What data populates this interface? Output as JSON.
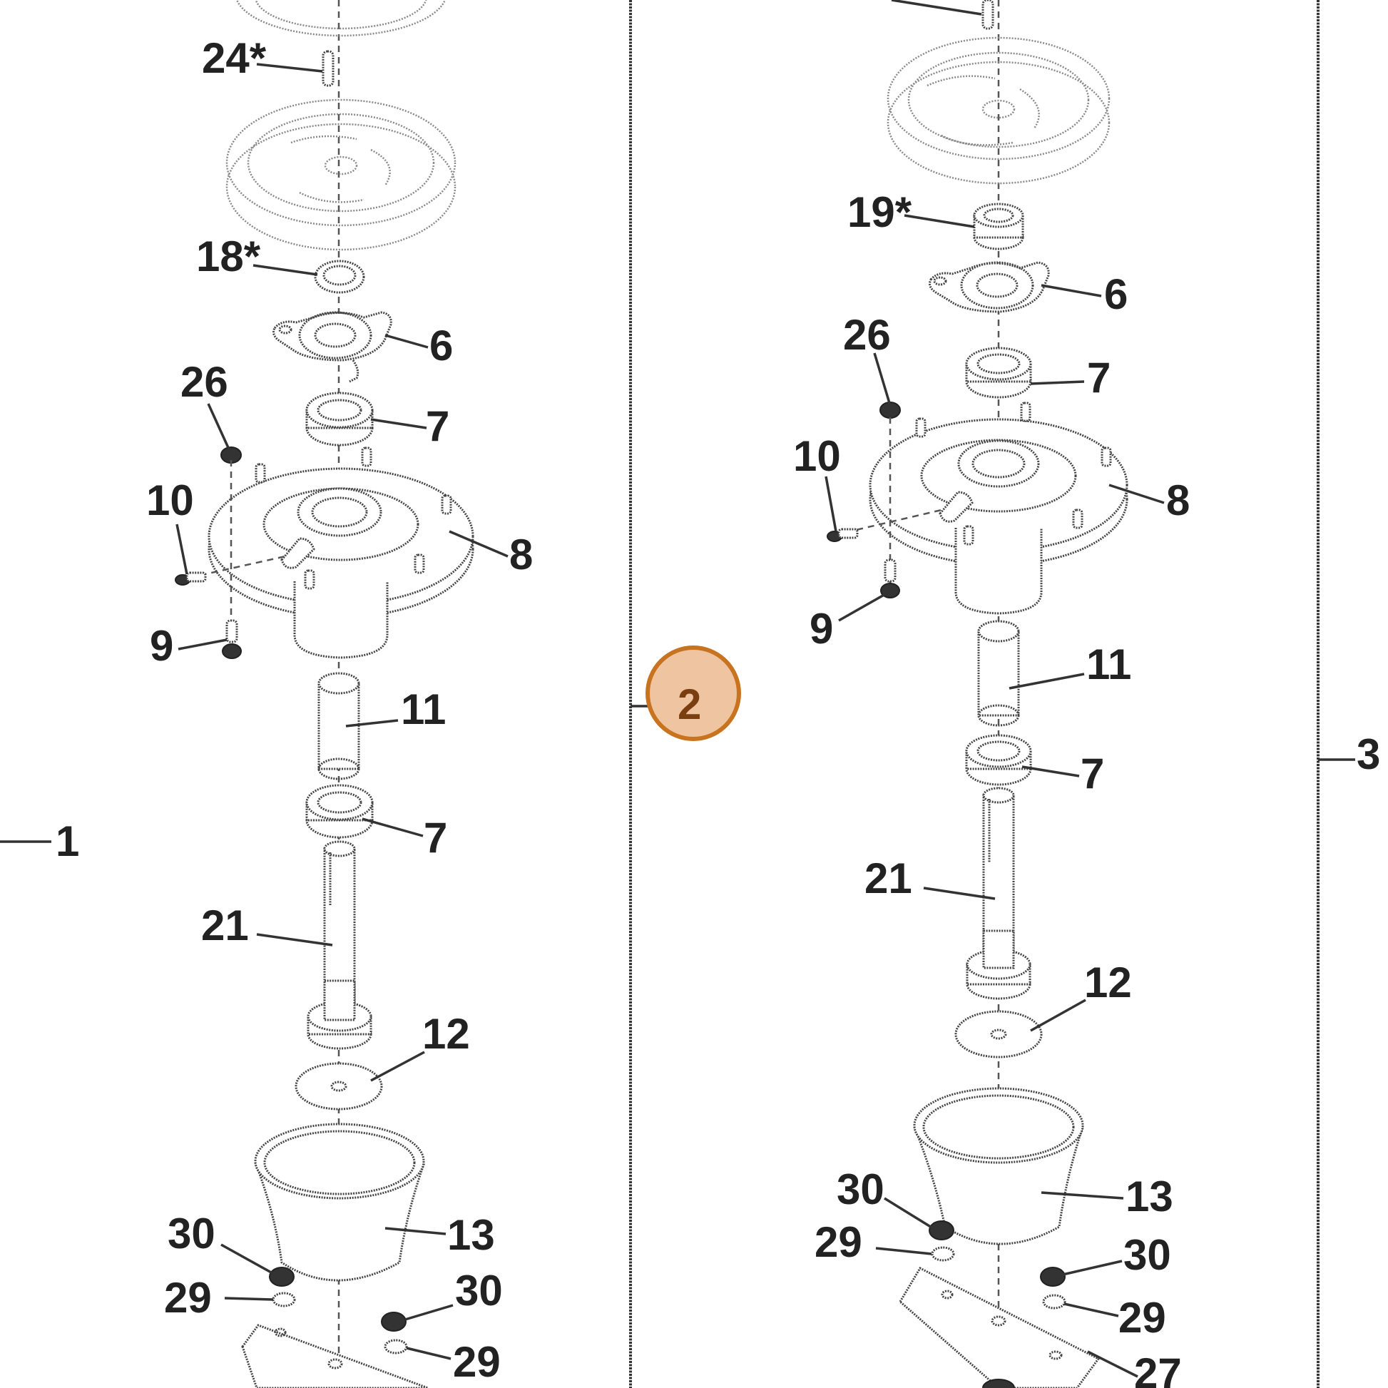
{
  "diagram": {
    "left_assembly": {
      "labels": [
        "24*",
        "18*",
        "6",
        "26",
        "7",
        "10",
        "8",
        "9",
        "11",
        "7",
        "21",
        "12",
        "30",
        "13",
        "29",
        "30",
        "29"
      ]
    },
    "right_assembly": {
      "labels": [
        "19*",
        "6",
        "26",
        "7",
        "10",
        "8",
        "9",
        "11",
        "7",
        "21",
        "12",
        "30",
        "13",
        "29",
        "30",
        "29",
        "27"
      ]
    },
    "frame_labels": {
      "left": "1",
      "right": "3"
    },
    "highlight": {
      "label": "2",
      "color": "#efc4a0",
      "border": "#c8731f"
    }
  }
}
